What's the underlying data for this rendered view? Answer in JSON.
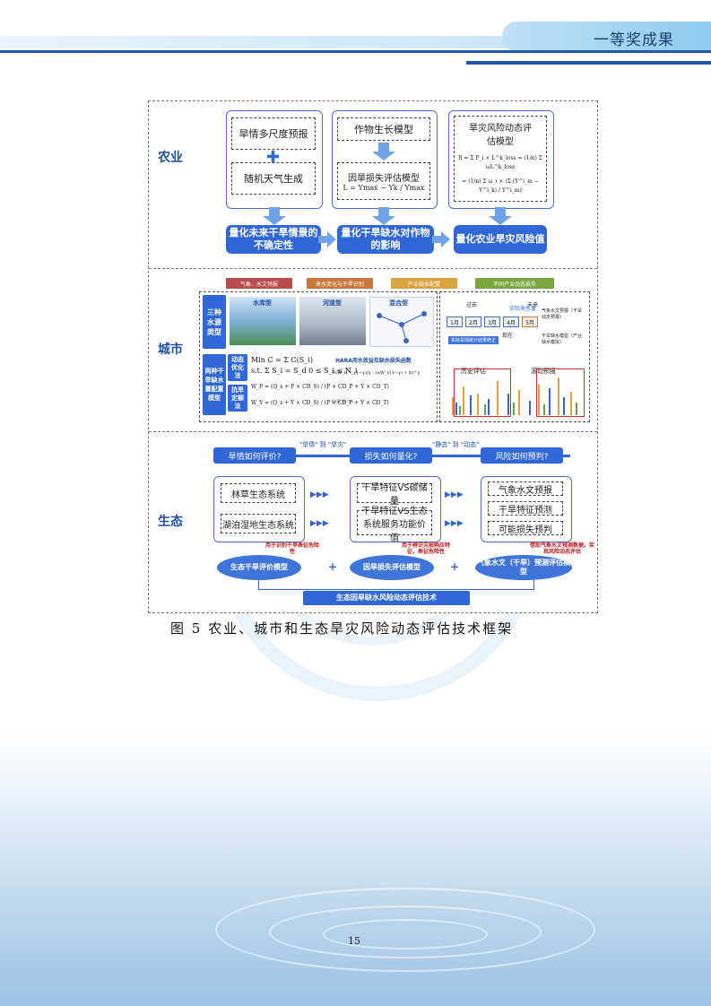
{
  "header": {
    "title": "一等奖成果"
  },
  "figure": {
    "agri": {
      "label": "农业",
      "forecast": "旱情多尺度预报",
      "plus": "✚",
      "random_weather": "随机天气生成",
      "crop_model": "作物生长模型",
      "loss_model": "因旱损失评估模型",
      "loss_formula_lhs": "L",
      "loss_formula_frac": "Ymax − Yk / Ymax",
      "risk_title": "旱灾风险动态评估模型",
      "risk_formula_1": "R = Σ P_i × L^k_loss = (1/n) Σ ωL^k_loss",
      "risk_formula_2": "= (1/n) Σ ω_i × (Σ (Y^i_m − Y^i_k) / Y^i_m)",
      "out1": "量化未来干旱情景的不确定性",
      "out2": "量化干旱缺水对作物的影响",
      "out3": "量化农业旱灾风险值"
    },
    "city": {
      "label": "城市",
      "flow": [
        "气象、水文预报",
        "来水变化与干旱识别",
        "产业缺水配置",
        "不同产业动态损失"
      ],
      "water_types_label": "三种水源类型",
      "type1": "水库型",
      "type2": "河道型",
      "type3": "混合型",
      "model_label": "两种干旱缺水量配置模型",
      "dynamic_opt": "动态优化法",
      "drought_rule": "抗旱定额法",
      "obj_formula": "Min C = Σ C(S_i)",
      "constraint": "s.t. Σ S_i = S_d    0 ≤ S_i ≤ N_i",
      "wp_formula": "W_P = (Q_s + P × CD_S) / (P × CD_P + Y × CD_T)",
      "wy_formula": "W_Y = (Q_s + Y × CD_S) / (P × CD_P + Y × CD_T)",
      "hara_title": "HARA用水效益及缺水损失函数",
      "hara_1": "U(W_i) = (1−γ)/γ · (αW_i/(1−γ) + β)^γ",
      "hara_2": "C(S_i) = ...",
      "hist_label": "历史评估",
      "roll_label": "滚动预报",
      "months": [
        "1月",
        "2月",
        "3月",
        "4月",
        "5月"
      ],
      "past": "过去",
      "future": "未来",
      "now": "现在",
      "actual_note": "实际旱情统计结果修正",
      "forecast_note1": "气象水文预报（干旱动态预报）",
      "forecast_note2": "干旱缺水模型（产业缺水模拟）",
      "actual_rain": "实际来水量"
    },
    "eco": {
      "label": "生态",
      "q1": "旱情如何评价?",
      "q2": "损失如何量化?",
      "q3": "风险如何预判?",
      "shift1": "\"旱情\" 到 \"旱灾\"",
      "shift2": "\"静态\" 到 \"动态\"",
      "c1a": "林草生态系统",
      "c1b": "湖泊湿地生态系统",
      "c2a": "干旱特征VS碳储量",
      "c2b": "干旱特征VS生态系统服务功能价值",
      "c3a": "气象水文预报",
      "c3b": "干旱特征预测",
      "c3c": "可能损失预判",
      "note1": "用于识别干旱表征危险性",
      "note2": "用于辨识灾损响应特征，表征危险性",
      "note3": "借助气象水文预测数据，实现风险动态评估",
      "e1": "生态干旱评价模型",
      "e2": "因旱损失评估模型",
      "e3": "气象水文（干旱）预测评估模型",
      "final": "生态因旱缺水风险动态评估技术",
      "chev": "▶▶▶",
      "plus": "+"
    }
  },
  "caption": "图 5  农业、城市和生态旱灾风险动态评估技术框架",
  "page_number": "15"
}
